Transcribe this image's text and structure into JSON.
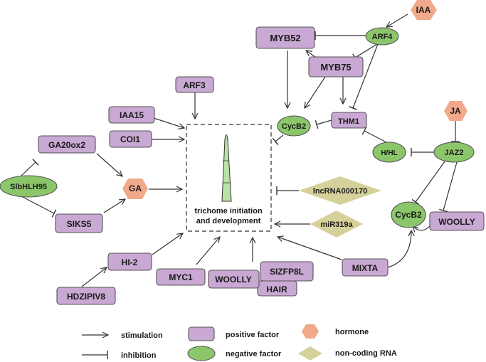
{
  "colors": {
    "positive": "#c9a8d3",
    "negative": "#8cc66a",
    "hormone": "#f0a98b",
    "rna": "#d6d19a",
    "stroke": "#333333"
  },
  "center": {
    "line1": "trichome initiation",
    "line2": "and development"
  },
  "nodes": {
    "iaa": "IAA",
    "arf4": "ARF4",
    "myb52": "MYB52",
    "myb75": "MYB75",
    "arf3": "ARF3",
    "iaa15": "IAA15",
    "coi1": "COI1",
    "cycb2_top": "CycB2",
    "thm1": "THM1",
    "ja": "JA",
    "hhl": "H/HL",
    "jaz2": "JAZ2",
    "ga20ox2": "GA20ox2",
    "slbhlh95": "SlbHLH95",
    "ga": "GA",
    "siks5": "SIKS5",
    "lncrna": "lncRNA000170",
    "mir319a": "miR319a",
    "cycb2_bottom": "CycB2",
    "woolly_right": "WOOLLY",
    "hi2": "HI-2",
    "myc1": "MYC1",
    "woolly_bottom": "WOOLLY",
    "sizfp8l": "SIZFP8L",
    "hair": "HAIR",
    "mixta": "MIXTA",
    "hdzipiv8": "HDZIPIV8"
  },
  "legend": {
    "stimulation": "stimulation",
    "inhibition": "inhibition",
    "positive": "positive factor",
    "negative": "negative factor",
    "hormone": "hormone",
    "rna": "non-coding RNA"
  }
}
